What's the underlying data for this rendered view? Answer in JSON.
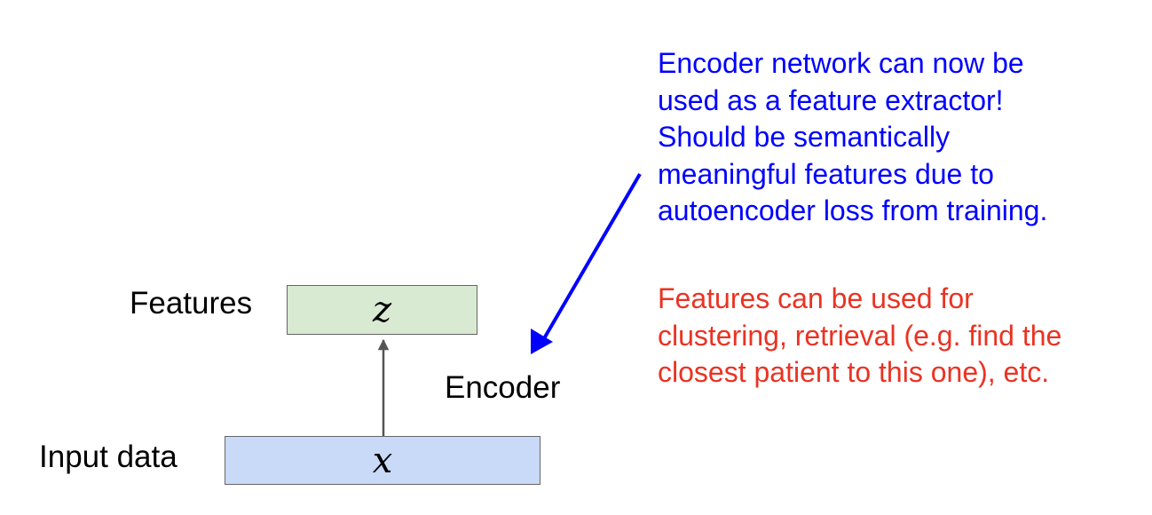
{
  "features_box": {
    "label": "Features",
    "variable": "z",
    "fill": "#d9ead3"
  },
  "input_box": {
    "label": "Input data",
    "variable": "x",
    "fill": "#c9daf8"
  },
  "encoder_label": "Encoder",
  "blue_note": {
    "color": "#0000ff",
    "lines": [
      "Encoder network can now be",
      "used as a feature extractor!",
      "Should be semantically",
      "meaningful features due to",
      "autoencoder loss from training."
    ]
  },
  "red_note": {
    "color": "#ea3323",
    "lines": [
      "Features can be used for",
      "clustering, retrieval (e.g. find the",
      "closest patient to this one), etc."
    ]
  }
}
